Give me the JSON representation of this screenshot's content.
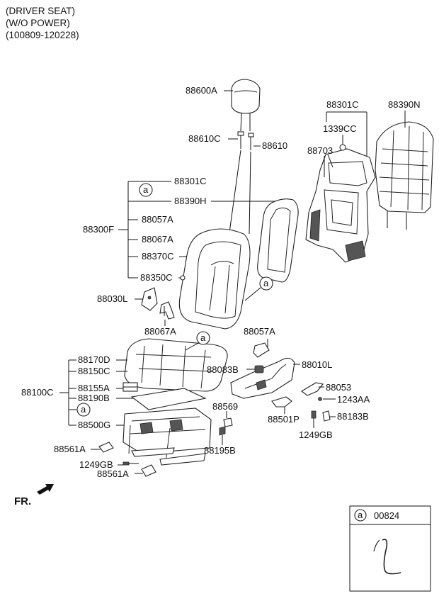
{
  "header": {
    "line1": "(DRIVER SEAT)",
    "line2": "(W/O POWER)",
    "line3": "(100809-120228)"
  },
  "labels": {
    "p88600A": "88600A",
    "p88610C": "88610C",
    "p88610": "88610",
    "p88301C_top": "88301C",
    "p88390N": "88390N",
    "p1339CC": "1339CC",
    "p88703": "88703",
    "p88301C_group": "88301C",
    "p88390H": "88390H",
    "p88057A_group": "88057A",
    "p88300F": "88300F",
    "p88067A_group": "88067A",
    "p88370C": "88370C",
    "p88350C": "88350C",
    "p88030L": "88030L",
    "p88067A": "88067A",
    "p88057A": "88057A",
    "p88170D": "88170D",
    "p88150C": "88150C",
    "p88083B": "88083B",
    "p88010L": "88010L",
    "p88155A": "88155A",
    "p88100C": "88100C",
    "p88190B": "88190B",
    "p88053": "88053",
    "p1243AA": "1243AA",
    "p88569": "88569",
    "p88500G": "88500G",
    "p88501P": "88501P",
    "p88183B": "88183B",
    "p1249GB_right": "1249GB",
    "p88561A_left": "88561A",
    "p88195B": "88195B",
    "p1249GB_left": "1249GB",
    "p88561A_bottom": "88561A",
    "fr": "FR."
  },
  "callout_marker": "a",
  "legend": {
    "marker": "a",
    "part_number": "00824"
  }
}
